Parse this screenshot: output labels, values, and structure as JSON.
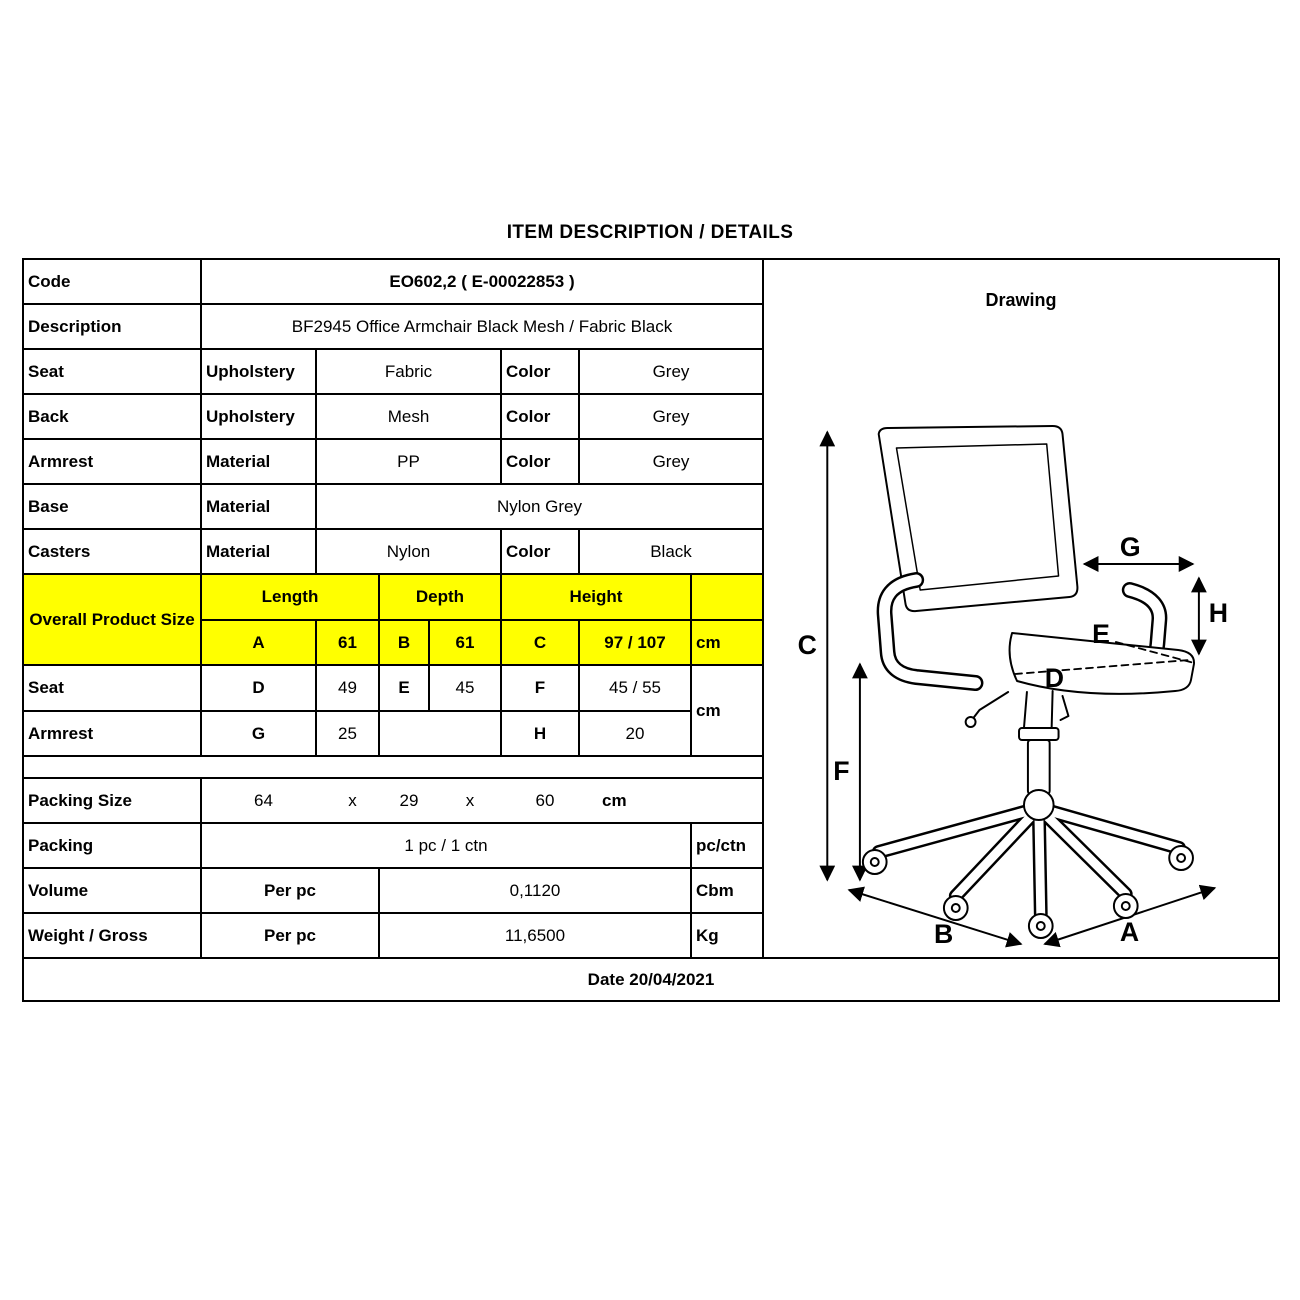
{
  "title": "ITEM DESCRIPTION / DETAILS",
  "colors": {
    "highlight": "#ffff00",
    "line": "#000000"
  },
  "table": {
    "code": {
      "label": "Code",
      "value": "EO602,2 ( E-00022853 )"
    },
    "description": {
      "label": "Description",
      "value": "BF2945 Office Armchair Black Mesh / Fabric Black"
    },
    "spec_rows": [
      {
        "label": "Seat",
        "attr": "Upholstery",
        "value": "Fabric",
        "color_label": "Color",
        "color_value": "Grey"
      },
      {
        "label": "Back",
        "attr": "Upholstery",
        "value": "Mesh",
        "color_label": "Color",
        "color_value": "Grey"
      },
      {
        "label": "Armrest",
        "attr": "Material",
        "value": "PP",
        "color_label": "Color",
        "color_value": "Grey"
      },
      {
        "label": "Base",
        "attr": "Material",
        "value": "Nylon Grey"
      },
      {
        "label": "Casters",
        "attr": "Material",
        "value": "Nylon",
        "color_label": "Color",
        "color_value": "Black"
      }
    ],
    "size": {
      "label": "Overall Product Size",
      "length_header": "Length",
      "depth_header": "Depth",
      "height_header": "Height",
      "a_key": "A",
      "a_value": "61",
      "b_key": "B",
      "b_value": "61",
      "c_key": "C",
      "c_value": "97 / 107",
      "unit": "cm"
    },
    "seat_dims": {
      "label": "Seat",
      "d_key": "D",
      "d_value": "49",
      "e_key": "E",
      "e_value": "45",
      "f_key": "F",
      "f_value": "45 / 55",
      "unit": "cm"
    },
    "armrest_dims": {
      "label": "Armrest",
      "g_key": "G",
      "g_value": "25",
      "h_key": "H",
      "h_value": "20"
    },
    "packing_size": {
      "label": "Packing Size",
      "length": "64",
      "sep1": "x",
      "depth": "29",
      "sep2": "x",
      "height": "60",
      "unit": "cm"
    },
    "packing": {
      "label": "Packing",
      "value": "1 pc / 1 ctn",
      "unit": "pc/ctn"
    },
    "volume": {
      "label": "Volume",
      "per": "Per pc",
      "value": "0,1120",
      "unit": "Cbm"
    },
    "weight": {
      "label": "Weight / Gross",
      "per": "Per pc",
      "value": "11,6500",
      "unit": "Kg"
    },
    "date": "Date 20/04/2021"
  },
  "drawing": {
    "title": "Drawing",
    "dim_labels": {
      "a": "A",
      "b": "B",
      "c": "C",
      "d": "D",
      "e": "E",
      "f": "F",
      "g": "G",
      "h": "H"
    }
  }
}
